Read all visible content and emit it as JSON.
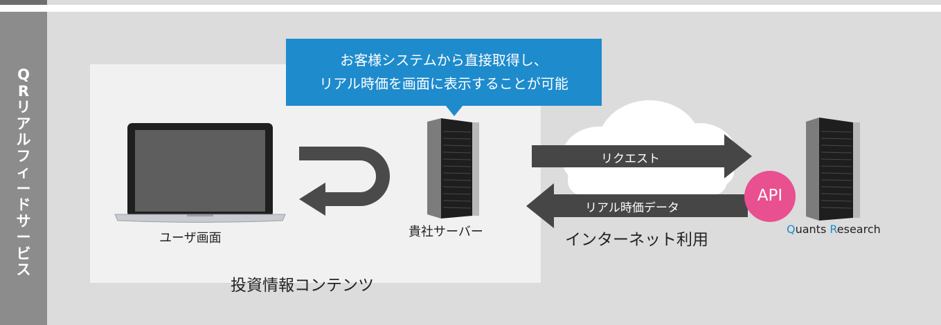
{
  "sidebar": {
    "label": "Q\nR\nリ\nア\nル\nフ\nィ\nー\nド\nサ\nー\nビ\nス"
  },
  "callout": {
    "text": "お客様システムから直接取得し、\nリアル時価を画面に表示することが可能"
  },
  "labels": {
    "user_screen": "ユーザ画面",
    "company_server": "貴社サーバー",
    "investment_content": "投資情報コンテンツ",
    "internet": "インターネット利用",
    "request": "リクエスト",
    "realtime_data": "リアル時価データ",
    "api": "API"
  },
  "brand": {
    "q": "Q",
    "uants": "uants ",
    "r": "R",
    "esearch": "esearch",
    "accent": "#1e8bcd"
  },
  "colors": {
    "callout": "#1e8bcd",
    "api_badge": "#e9508f",
    "arrow": "#464646",
    "sidebar": "#8c8c8c"
  }
}
